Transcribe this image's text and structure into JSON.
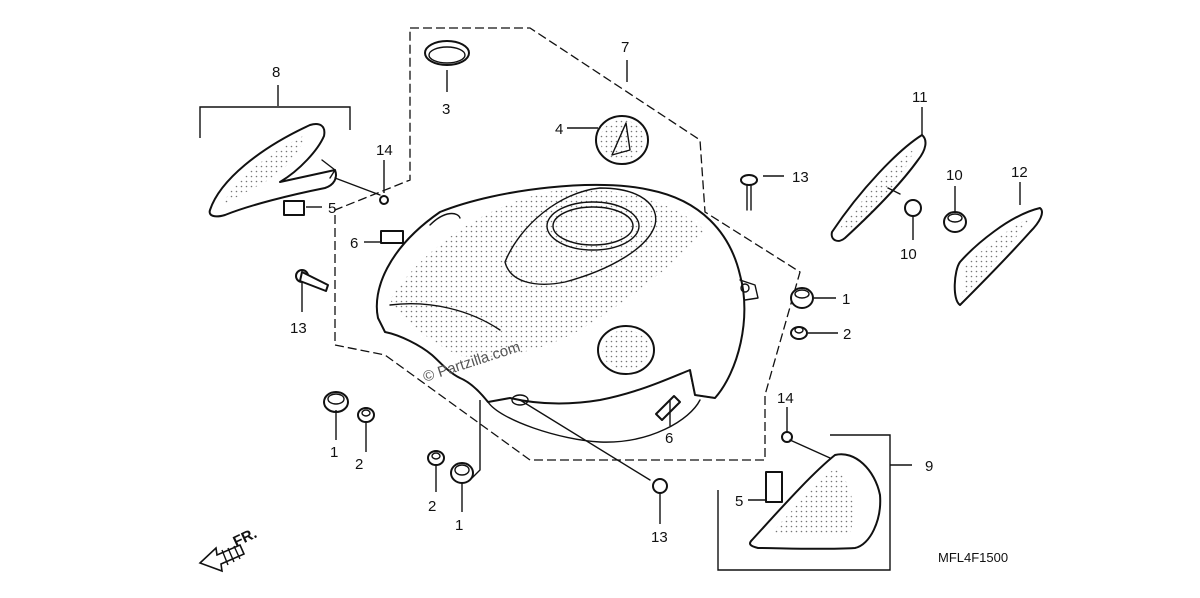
{
  "diagram_code": "MFL4F1500",
  "watermark": "© Partzilla.com",
  "direction_label": "FR.",
  "callouts": {
    "c1a": "1",
    "c1b": "1",
    "c1c": "1",
    "c2a": "2",
    "c2b": "2",
    "c2c": "2",
    "c3": "3",
    "c4": "4",
    "c5a": "5",
    "c5b": "5",
    "c6a": "6",
    "c6b": "6",
    "c7": "7",
    "c8": "8",
    "c9": "9",
    "c10a": "10",
    "c10b": "10",
    "c11": "11",
    "c12": "12",
    "c13a": "13",
    "c13b": "13",
    "c13c": "13",
    "c14a": "14",
    "c14b": "14"
  }
}
